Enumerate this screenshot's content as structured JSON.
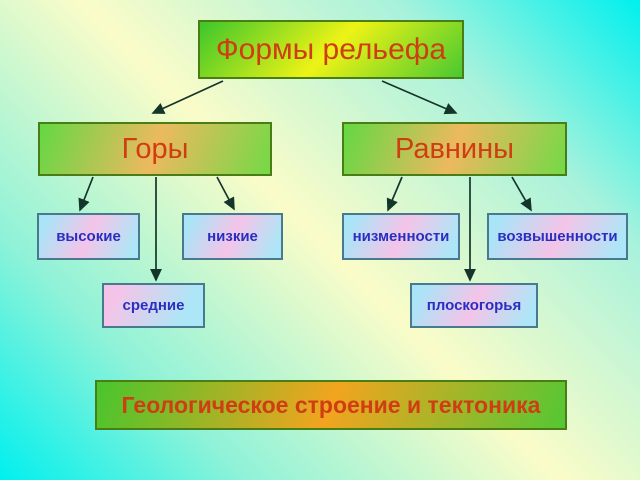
{
  "slide": {
    "nodes": {
      "root": "Формы рельефа",
      "mountains": "Горы",
      "plains": "Равнины",
      "high": "высокие",
      "low": "низкие",
      "middle": "средние",
      "lowlands": "низменности",
      "uplands": "возвышенности",
      "plateaus": "плоскогорья",
      "footer": "Геологическое строение и тектоника"
    }
  },
  "colors": {
    "background_edge": "#00f0ee",
    "background_center": "#fafcc8",
    "box_green": "#55cc2e",
    "box_orange_center": "#ecb95f",
    "box_yellow_center": "#eef316",
    "child_box_blue": "#a9e4f7",
    "child_box_pink": "#f4c4e8",
    "heading_text": "#cf3d12",
    "child_text": "#2a2fc0",
    "green_border": "#4a7d15",
    "blue_border": "#49798f",
    "connector": "#14352a"
  }
}
